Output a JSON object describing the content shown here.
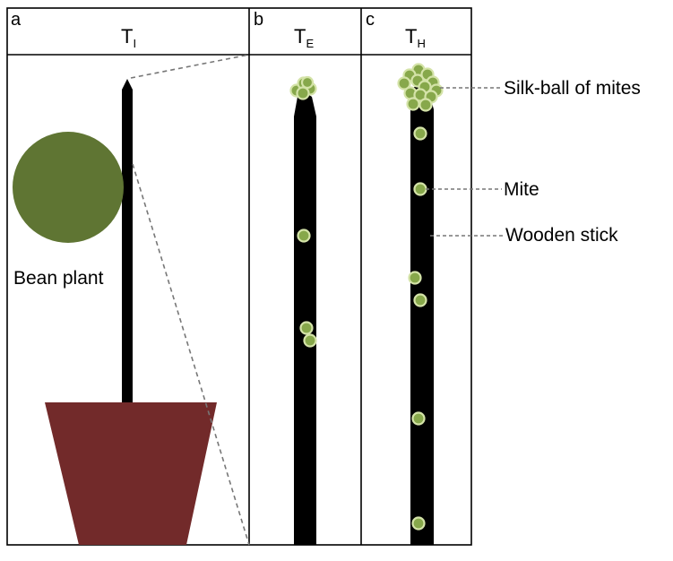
{
  "panels": [
    {
      "letter": "a",
      "title": "T",
      "subscript": "I"
    },
    {
      "letter": "b",
      "title": "T",
      "subscript": "E"
    },
    {
      "letter": "c",
      "title": "T",
      "subscript": "H"
    }
  ],
  "labels": {
    "plant": "Bean plant",
    "silk_ball": "Silk-ball of mites",
    "mite": "Mite",
    "stick": "Wooden stick"
  },
  "colors": {
    "leaf": "#5f7533",
    "pot": "#722a2a",
    "stick": "#000000",
    "mite_fill": "#87a84b",
    "mite_stroke": "#d4e3a8",
    "dash": "#777777"
  }
}
